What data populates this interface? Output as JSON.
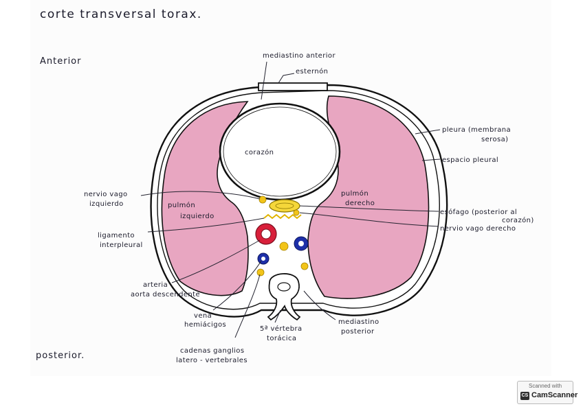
{
  "title": "corte transversal torax.",
  "orientation": {
    "top": "Anterior",
    "bottom": "posterior."
  },
  "labels": {
    "mediastino_anterior": "mediastino anterior",
    "esternon": "esternón",
    "pleura_1": "pleura (membrana",
    "pleura_2": "serosa)",
    "espacio_pleural": "espacio pleural",
    "corazon": "corazón",
    "pulmon_derecho_1": "pulmón",
    "pulmon_derecho_2": "derecho",
    "pulmon_izquierdo_1": "pulmón",
    "pulmon_izquierdo_2": "izquierdo",
    "nervio_vago_izq_1": "nervio vago",
    "nervio_vago_izq_2": "izquierdo",
    "ligamento_1": "ligamento",
    "ligamento_2": "interpleural",
    "esofago_1": "esófago (posterior al",
    "esofago_2": "corazón)",
    "nervio_vago_der": "nervio vago derecho",
    "arteria_1": "arteria",
    "arteria_2": "aorta descendente",
    "vena_1": "vena",
    "vena_2": "hemiácigos",
    "vertebra_1": "5ª vértebra",
    "vertebra_2": "torácica",
    "mediastino_post_1": "mediastino",
    "mediastino_post_2": "posterior",
    "cadenas_1": "cadenas ganglios",
    "cadenas_2": "latero - vertebrales"
  },
  "colors": {
    "lung": "#e8a6c1",
    "aorta": "#d81f3a",
    "vein": "#1d2fa8",
    "ganglion": "#f2c419",
    "esophagus": "#f5d73a"
  },
  "scanner": {
    "top": "Scanned with",
    "brand": "CamScanner",
    "mark": "CS"
  }
}
